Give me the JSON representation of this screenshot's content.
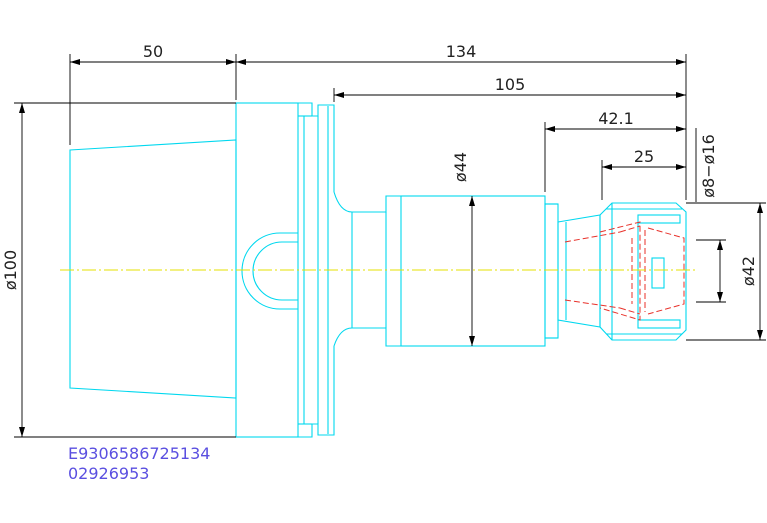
{
  "dimensions": {
    "d1": "50",
    "d2": "134",
    "d3": "105",
    "d4": "42.1",
    "d5": "25",
    "d6": "ø44",
    "d7": "ø8−ø16",
    "d8": "ø100",
    "d9": "ø42"
  },
  "part_code": {
    "line1": "E9306586725134",
    "line2": "02926953"
  },
  "colors": {
    "geometry": "#00d8ef",
    "dimension": "#000000",
    "hidden": "#e8312a",
    "centerline": "#e6e000",
    "code_text": "#5a4fe0"
  }
}
